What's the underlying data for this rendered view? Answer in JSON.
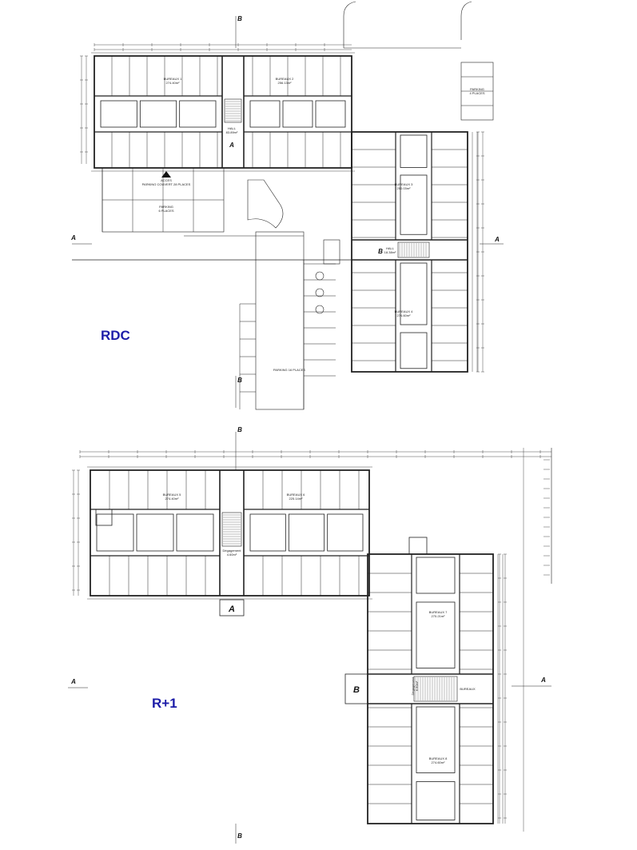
{
  "colors": {
    "line": "#222222",
    "floor_label": "#1c1ca8",
    "background": "#ffffff"
  },
  "floors": [
    {
      "label": "RDC",
      "rooms": [
        {
          "name": "BUREAUX 1",
          "area": "274.40m²"
        },
        {
          "name": "BUREAUX 2",
          "area": "256.13m²"
        },
        {
          "name": "HALL",
          "area": "83.89m²"
        },
        {
          "name": "BUREAUX 3",
          "area": "250.03m²"
        },
        {
          "name": "HALL",
          "area": "18.38m²"
        },
        {
          "name": "BUREAUX 4",
          "area": "274.60m²"
        }
      ],
      "parking": [
        {
          "name": "ACCES",
          "detail": "PARKING COUVERT 28 PLACES"
        },
        {
          "name": "PARKING",
          "detail": "6 PLACES"
        },
        {
          "name": "PARKING",
          "detail": "4 PLACES"
        },
        {
          "name": "PARKING 16 PLACES",
          "detail": ""
        }
      ],
      "core_markers": [
        "A",
        "B"
      ]
    },
    {
      "label": "R+1",
      "rooms": [
        {
          "name": "BUREAUX 5",
          "area": "274.40m²"
        },
        {
          "name": "BUREAUX 6",
          "area": "225.14m²"
        },
        {
          "name": "Dégagement",
          "area": "4.60m²"
        },
        {
          "name": "BUREAUX 7",
          "area": "270.21m²"
        },
        {
          "name": "Dégagement",
          "area": "6.60m²"
        },
        {
          "name": "BUREAUX",
          "area": ""
        },
        {
          "name": "BUREAUX 8",
          "area": "274.60m²"
        }
      ],
      "core_markers": [
        "A",
        "B"
      ]
    }
  ],
  "section_markers": {
    "a": "A",
    "b": "B"
  }
}
